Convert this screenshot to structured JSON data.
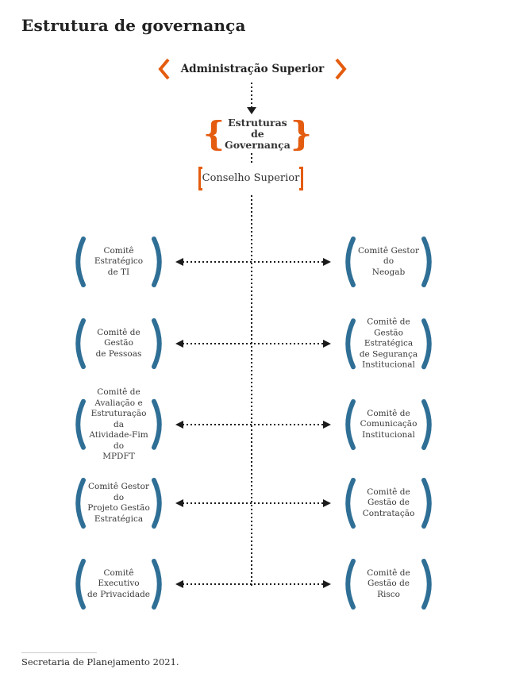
{
  "page": {
    "title": "Estrutura de governança",
    "source_note": "Secretaria de Planejamento 2021."
  },
  "hierarchy": {
    "top_label": "Administração Superior",
    "governance_label": "Estruturas de\nGovernança",
    "council_label": "Conselho Superior"
  },
  "committees": [
    {
      "left": "Comitê Estratégico\nde TI",
      "right": "Comitê Gestor do\nNeogab"
    },
    {
      "left": "Comitê de Gestão\nde Pessoas",
      "right": "Comitê de Gestão\nEstratégica\nde Segurança\nInstitucional"
    },
    {
      "left": "Comitê de\nAvaliação e\nEstruturação da\nAtividade-Fim do\nMPDFT",
      "right": "Comitê de\nComunicação\nInstitucional"
    },
    {
      "left": "Comitê Gestor do\nProjeto Gestão\nEstratégica",
      "right": "Comitê de\nGestão de\nContratação"
    },
    {
      "left": "Comitê Executivo\nde Privacidade",
      "right": "Comitê de\nGestão de\nRisco"
    }
  ],
  "decor": {
    "brace_open": "{",
    "brace_close": "}"
  },
  "colors": {
    "accent_orange": "#E45C0F",
    "bracket_blue": "#2F6F96",
    "line_black": "#1B1B1B",
    "text_dark": "#2F2F2F"
  }
}
